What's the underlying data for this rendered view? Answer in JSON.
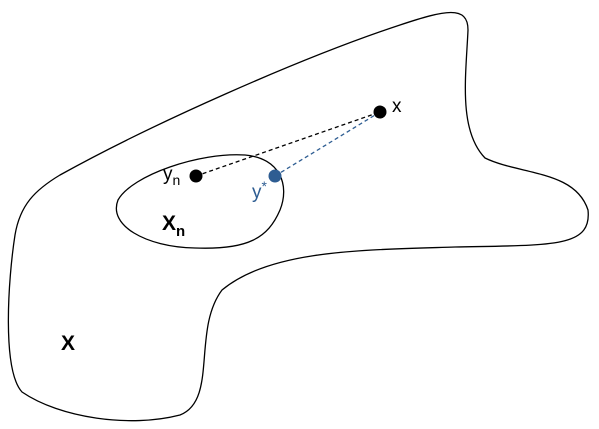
{
  "colors": {
    "outline": "#000000",
    "projection": "#2e5d92",
    "background": "#ffffff"
  },
  "regions": {
    "outer": {
      "label": "X"
    },
    "inner": {
      "label_main": "X",
      "label_sub": "n"
    }
  },
  "points": {
    "yn": {
      "label_main": "y",
      "label_sub": "n"
    },
    "ystar": {
      "label_main": "y",
      "label_sup": "*"
    },
    "x": {
      "label": "x"
    }
  },
  "edges": [
    {
      "from": "yn",
      "to": "x",
      "style": "dashed",
      "color": "black"
    },
    {
      "from": "ystar",
      "to": "x",
      "style": "dashed",
      "color": "blue"
    }
  ]
}
